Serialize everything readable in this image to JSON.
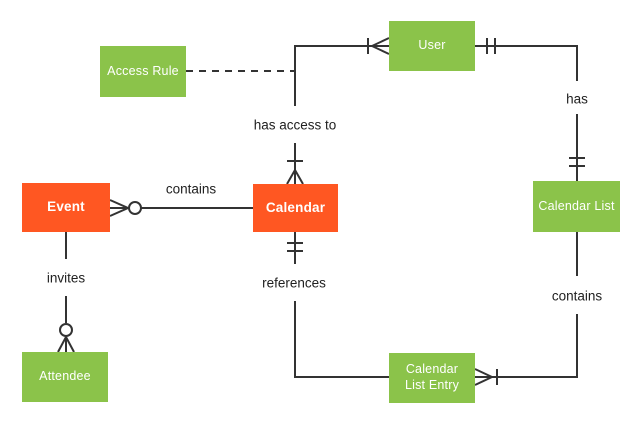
{
  "diagram_type": "entity-relationship",
  "colors": {
    "entity_green": "#8BC34A",
    "entity_orange": "#FF5722",
    "line": "#333333",
    "label_text": "#212121",
    "background": "#FFFFFF"
  },
  "entities": {
    "event": {
      "label": "Event",
      "color": "#FF5722"
    },
    "calendar": {
      "label": "Calendar",
      "color": "#FF5722"
    },
    "user": {
      "label": "User",
      "color": "#8BC34A"
    },
    "access_rule": {
      "label": "Access Rule",
      "color": "#8BC34A"
    },
    "calendar_list": {
      "label": "Calendar List",
      "color": "#8BC34A"
    },
    "attendee": {
      "label": "Attendee",
      "color": "#8BC34A"
    },
    "calendar_list_entry": {
      "label": "Calendar List Entry",
      "color": "#8BC34A"
    }
  },
  "labels": {
    "contains_event": "contains",
    "invites": "invites",
    "has_access_to": "has access to",
    "has": "has",
    "contains_entry": "contains",
    "references": "references"
  },
  "relationships": [
    {
      "from": "Calendar",
      "to": "Event",
      "label": "contains",
      "marker_at_event": "zero-or-many (ring + crow's foot)"
    },
    {
      "from": "Event",
      "to": "Attendee",
      "label": "invites",
      "marker_at_attendee": "zero-or-many (ring + crow's foot)"
    },
    {
      "from": "Calendar",
      "to": "User",
      "label": "has access to",
      "marker_at_calendar": "one-or-many (bar + crow's foot)",
      "marker_at_user": "one-or-many (bar + crow's foot)"
    },
    {
      "from": "Access Rule",
      "to": "has access to connector",
      "label": "",
      "style": "dashed association"
    },
    {
      "from": "User",
      "to": "Calendar List",
      "label": "has",
      "marker_at_user": "one-and-only-one (double bar)",
      "marker_at_calendar_list": "one-and-only-one (double bar)"
    },
    {
      "from": "Calendar",
      "to": "Calendar List Entry",
      "label": "references",
      "marker_at_calendar": "one-and-only-one (double bar)"
    },
    {
      "from": "Calendar List",
      "to": "Calendar List Entry",
      "label": "contains",
      "marker_at_entry": "one-or-many (bar + crow's foot)"
    }
  ]
}
